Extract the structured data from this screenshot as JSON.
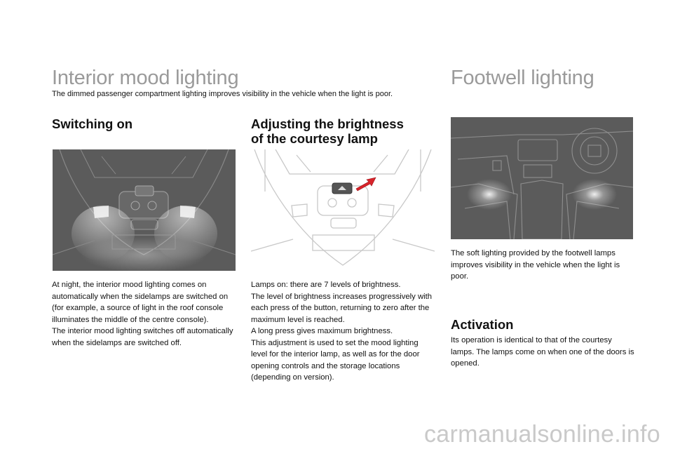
{
  "left": {
    "title": "Interior mood lighting",
    "intro": "The dimmed passenger compartment lighting improves visibility in the vehicle when the light is poor.",
    "switching": {
      "heading": "Switching on",
      "paragraphs": [
        "At night, the interior mood lighting comes on automatically when the sidelamps are switched on (for example, a source of light in the roof console illuminates the middle of the centre console).",
        "The interior mood lighting switches off automatically when the sidelamps are switched off."
      ]
    },
    "adjusting": {
      "heading_line1": "Adjusting the brightness",
      "heading_line2": "of the courtesy lamp",
      "paragraphs": [
        "Lamps on: there are 7 levels of brightness.",
        "The level of brightness increases progressively with each press of the button, returning to zero after the maximum level is reached.",
        "A long press gives maximum brightness.",
        "This adjustment is used to set the mood lighting level for the interior lamp, as well as for the door opening controls and the storage locations (depending on version)."
      ]
    }
  },
  "right": {
    "title": "Footwell lighting",
    "intro": "The soft lighting provided by the footwell lamps improves visibility in the vehicle when the light is poor.",
    "activation": {
      "heading": "Activation",
      "text": "Its operation is identical to that of the courtesy lamps. The lamps come on when one of the doors is opened."
    }
  },
  "watermark": "carmanualsonline.info",
  "colors": {
    "title_gray": "#9a9a9a",
    "image_dark": "#5b5b5b",
    "arrow_red": "#d8232a"
  }
}
